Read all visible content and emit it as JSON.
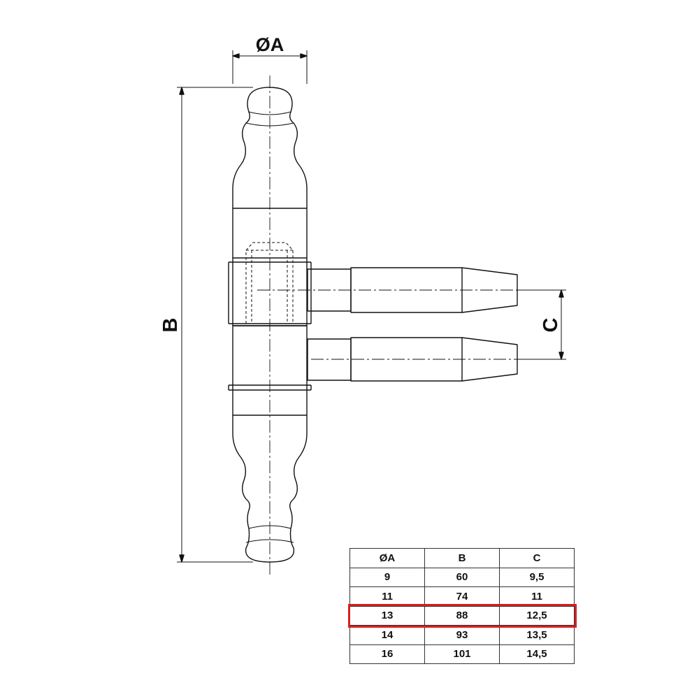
{
  "dimensions": {
    "diameter_label": "ØA",
    "height_label": "B",
    "spacing_label": "C"
  },
  "table": {
    "headers": [
      "ØA",
      "B",
      "C"
    ],
    "rows": [
      [
        "9",
        "60",
        "9,5"
      ],
      [
        "11",
        "74",
        "11"
      ],
      [
        "13",
        "88",
        "12,5"
      ],
      [
        "14",
        "93",
        "13,5"
      ],
      [
        "16",
        "101",
        "14,5"
      ]
    ],
    "highlighted_row": 2,
    "highlight_color": "#d42020"
  }
}
